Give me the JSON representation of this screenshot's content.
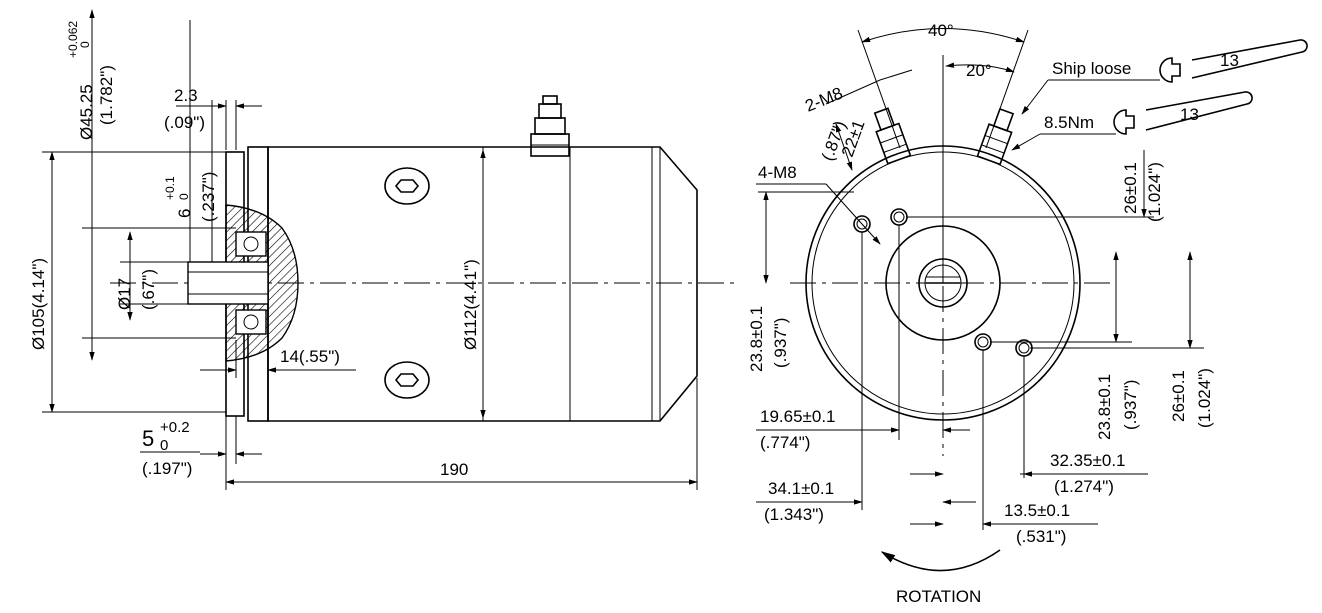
{
  "side_view": {
    "d_shaft_pilot": "Ø45.25",
    "d_shaft_pilot_tol_upper": "+0.062",
    "d_shaft_pilot_tol_lower": "0",
    "d_shaft_pilot_in": "(1.782\")",
    "flange_thk": "2.3",
    "flange_thk_in": "(.09\")",
    "key_width": "6",
    "key_width_tol_upper": "+0.1",
    "key_width_tol_lower": "0",
    "key_width_in": "(.237\")",
    "d_flange": "Ø105(4.14\")",
    "d_shaft": "Ø17",
    "d_shaft_in": "(.67\")",
    "d_body": "Ø112(4.41\")",
    "shaft_len": "14(.55\")",
    "pilot_depth": "5",
    "pilot_depth_tol_upper": "+0.2",
    "pilot_depth_tol_lower": "0",
    "pilot_depth_in": "(.197\")",
    "overall_len": "190"
  },
  "end_view": {
    "angle_total": "40°",
    "angle_half": "20°",
    "stud_thread": "2-M8",
    "stud_height": "22±1",
    "stud_height_in": "(.87\")",
    "ship_loose": "Ship loose",
    "wrench_size_1": "13",
    "wrench_size_2": "13",
    "torque": "8.5Nm",
    "mount_holes": "4-M8",
    "v_top_offset": "26±0.1",
    "v_top_offset_in": "(1.024\")",
    "v_left_offset": "23.8±0.1",
    "v_left_offset_in": "(.937\")",
    "v_mid_offset": "23.8±0.1",
    "v_mid_offset_in": "(.937\")",
    "v_right_offset": "26±0.1",
    "v_right_offset_in": "(1.024\")",
    "h_offset_1": "19.65±0.1",
    "h_offset_1_in": "(.774\")",
    "h_offset_2": "32.35±0.1",
    "h_offset_2_in": "(1.274\")",
    "h_offset_3": "34.1±0.1",
    "h_offset_3_in": "(1.343\")",
    "h_offset_4": "13.5±0.1",
    "h_offset_4_in": "(.531\")",
    "rotation": "ROTATION"
  }
}
